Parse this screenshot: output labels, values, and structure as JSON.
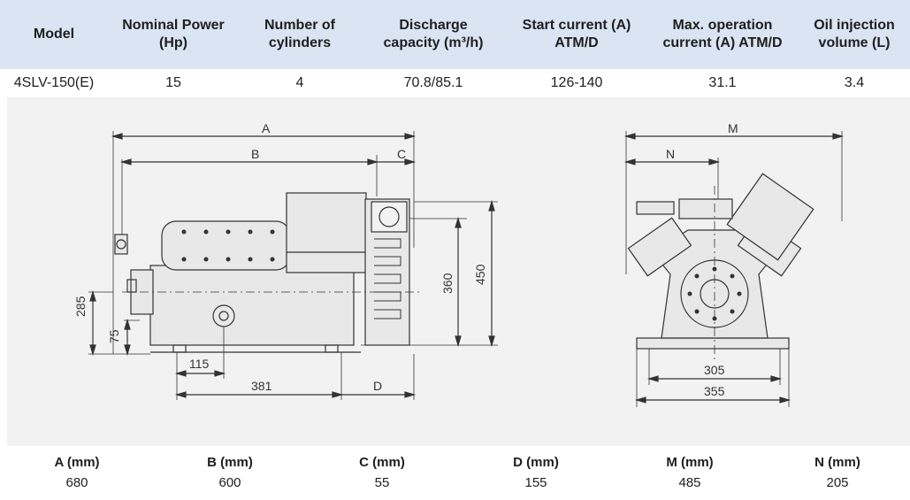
{
  "spec_table": {
    "headers": [
      "Model",
      "Nominal Power (Hp)",
      "Number of cylinders",
      "Discharge capacity (m³/h)",
      "Start current (A) ATM/D",
      "Max. operation current (A) ATM/D",
      "Oil injection volume (L)"
    ],
    "row": [
      "4SLV-150(E)",
      "15",
      "4",
      "70.8/85.1",
      "126-140",
      "31.1",
      "3.4"
    ]
  },
  "drawing": {
    "side_labels": {
      "a": "A",
      "b": "B",
      "c": "C",
      "d": "D",
      "h285": "285",
      "h75": "75",
      "w115": "115",
      "w381": "381",
      "h360": "360",
      "h450": "450"
    },
    "front_labels": {
      "m": "M",
      "n": "N",
      "w305": "305",
      "w355": "355"
    }
  },
  "dimensions": {
    "headers": [
      "A (mm)",
      "B (mm)",
      "C (mm)",
      "D (mm)",
      "M (mm)",
      "N (mm)"
    ],
    "values": [
      "680",
      "600",
      "55",
      "155",
      "485",
      "205"
    ]
  }
}
